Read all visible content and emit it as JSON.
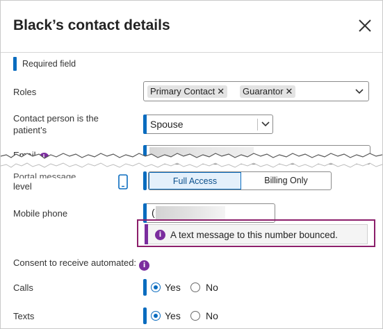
{
  "dialog": {
    "title": "Black’s contact details"
  },
  "required_field_label": "Required field",
  "fields": {
    "roles": {
      "label": "Roles",
      "chips": [
        "Primary Contact",
        "Guarantor"
      ]
    },
    "contact_person": {
      "label": "Contact person is the patient’s",
      "value": "Spouse"
    },
    "email": {
      "label": "Email"
    },
    "portal": {
      "label_line1": "Portal message",
      "label_line2": "level",
      "options": [
        "Full Access",
        "Billing Only"
      ],
      "selected": "Full Access"
    },
    "mobile_phone": {
      "label": "Mobile phone",
      "value_prefix": "(",
      "alert": "A text message to this number bounced."
    },
    "consent": {
      "label": "Consent to receive automated:"
    },
    "calls": {
      "label": "Calls",
      "yes": "Yes",
      "no": "No",
      "selected": "Yes"
    },
    "texts": {
      "label": "Texts",
      "yes": "Yes",
      "no": "No",
      "selected": "Yes"
    }
  },
  "colors": {
    "accent": "#0a6cbf",
    "alert_purple": "#7b2d9e",
    "highlight_border": "#8b1e6a"
  },
  "icons": [
    "close-icon",
    "info-icon",
    "chevron-down-icon",
    "mobile-phone-icon"
  ]
}
